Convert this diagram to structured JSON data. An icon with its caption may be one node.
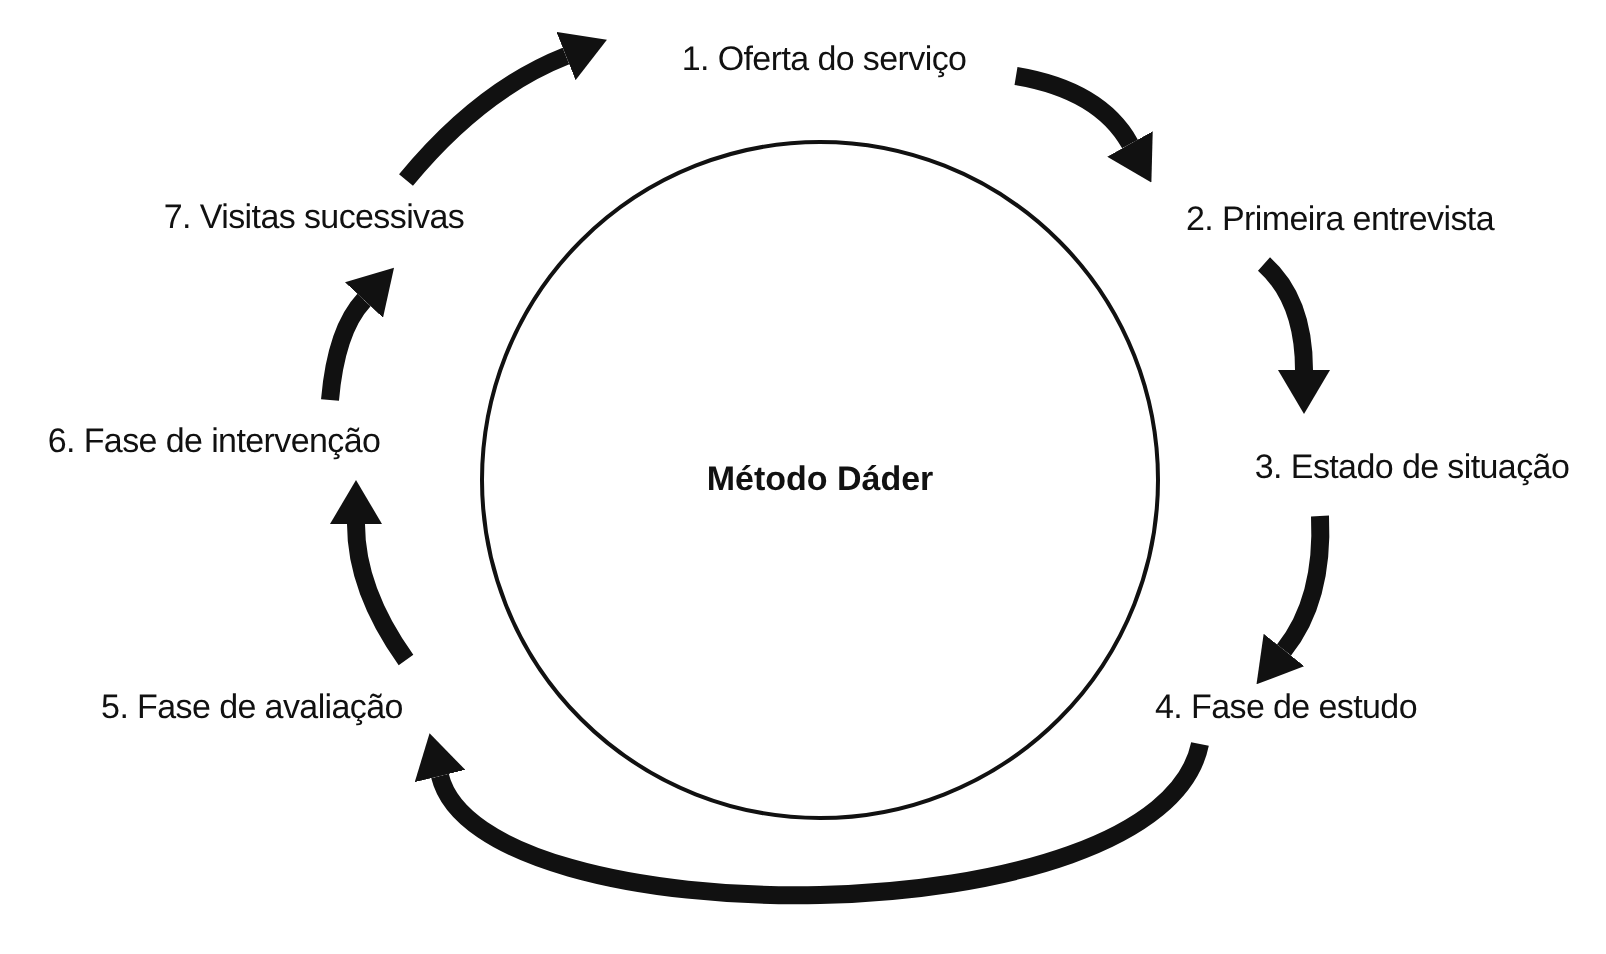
{
  "diagram": {
    "nodes": [
      {
        "text": [
          "Método Dáder"
        ]
      },
      {
        "text": [
          "1. Oferta do serviço"
        ]
      },
      {
        "text": [
          "2. Primeira entrevista"
        ]
      },
      {
        "text": [
          "3. Estado de situação"
        ]
      },
      {
        "text": [
          "4. Fase de estudo"
        ]
      },
      {
        "text": [
          "5. Fase de avaliação"
        ]
      },
      {
        "text": [
          "6. Fase de intervenção"
        ]
      },
      {
        "text": [
          "7. Visitas sucessivas"
        ]
      }
    ],
    "edges": [
      {
        "from": 1,
        "to": 2,
        "arrow": "to"
      },
      {
        "from": 2,
        "to": 3,
        "arrow": "to"
      },
      {
        "from": 3,
        "to": 4,
        "arrow": "to"
      },
      {
        "from": 4,
        "to": 5,
        "arrow": "to"
      },
      {
        "from": 5,
        "to": 6,
        "arrow": "to"
      },
      {
        "from": 6,
        "to": 7,
        "arrow": "to"
      },
      {
        "from": 7,
        "to": 1,
        "arrow": "to"
      }
    ]
  }
}
